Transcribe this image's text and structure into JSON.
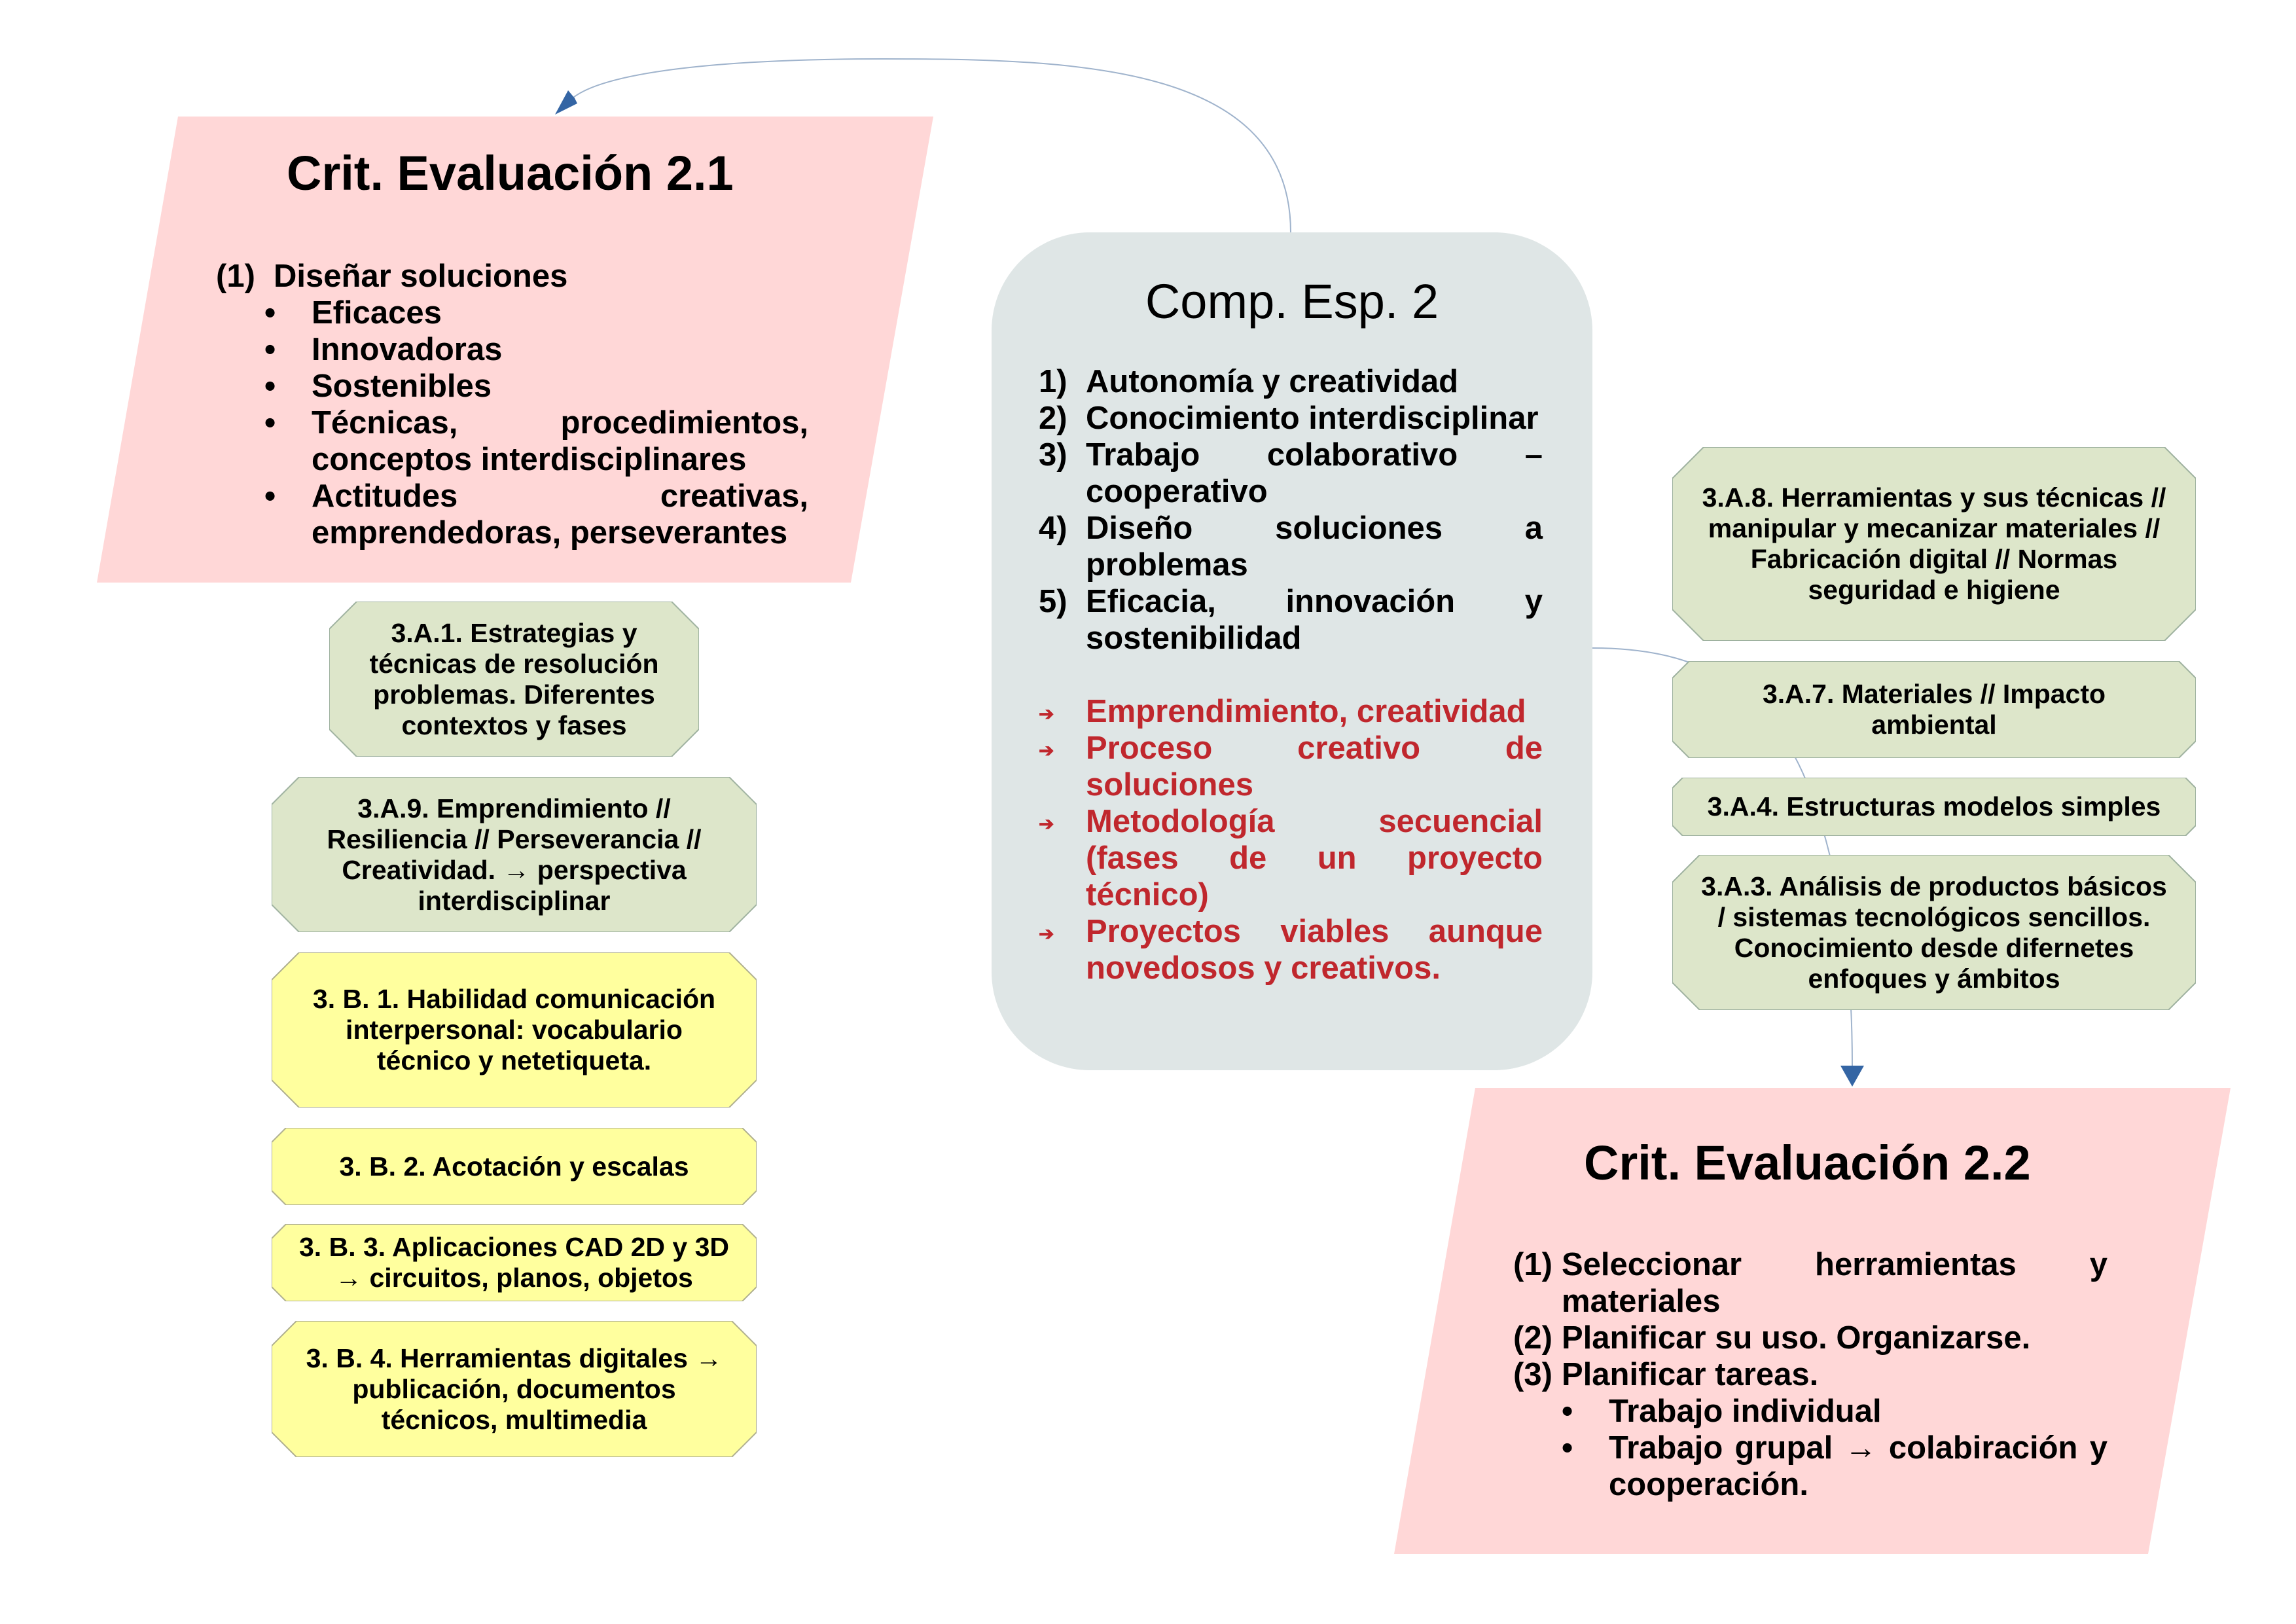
{
  "colors": {
    "criterion_fill": "#ffd7d7",
    "competence_fill": "#dfe6e6",
    "saber_green_fill": "#dde6ca",
    "saber_yellow_fill": "#ffff9e",
    "highlight_text": "#c0272d",
    "connector": "#3465a4"
  },
  "crit21": {
    "title": "Crit. Evaluación 2.1",
    "item_num": "(1)",
    "item_text": "Diseñar soluciones",
    "bullets": [
      "Eficaces",
      "Innovadoras",
      "Sostenibles",
      "Técnicas, procedimientos, conceptos interdisciplinares",
      "Actitudes creativas, emprendedoras, perseverantes"
    ]
  },
  "comp": {
    "title": "Comp. Esp. 2",
    "items": [
      {
        "num": "1)",
        "text": "Autonomía y creatividad"
      },
      {
        "num": "2)",
        "text": "Conocimiento interdisciplinar"
      },
      {
        "num": "3)",
        "text": "Trabajo colaborativo – cooperativo"
      },
      {
        "num": "4)",
        "text": "Diseño soluciones a problemas"
      },
      {
        "num": "5)",
        "text": "Eficacia, innovación y sostenibilidad"
      }
    ],
    "highlights": [
      "Emprendimiento, creatividad",
      "Proceso creativo de soluciones",
      "Metodología secuencial (fases de un proyecto técnico)",
      "Proyectos viables aunque novedosos y creativos."
    ]
  },
  "crit22": {
    "title": "Crit. Evaluación 2.2",
    "items": [
      {
        "num": "(1)",
        "text": "Seleccionar herramientas y materiales"
      },
      {
        "num": "(2)",
        "text": "Planificar su uso. Organizarse."
      },
      {
        "num": "(3)",
        "text": "Planificar tareas."
      }
    ],
    "bullets": [
      "Trabajo individual",
      "Trabajo grupal → colabiración y cooperación."
    ]
  },
  "saberes_left": [
    "3.A.1. Estrategias y técnicas de resolución problemas. Diferentes contextos y fases",
    "3.A.9. Emprendimiento // Resiliencia // Perseverancia // Creatividad. → perspectiva interdisciplinar",
    "3. B. 1. Habilidad comunicación interpersonal: vocabulario técnico y netetiqueta.",
    "3. B. 2. Acotación y escalas",
    "3. B. 3. Aplicaciones CAD 2D y 3D → circuitos, planos, objetos",
    "3. B. 4. Herramientas digitales → publicación, documentos técnicos, multimedia"
  ],
  "saberes_right": [
    "3.A.8. Herramientas y sus técnicas // manipular y mecanizar materiales // Fabricación digital // Normas seguridad e higiene",
    "3.A.7. Materiales // Impacto ambiental",
    "3.A.4. Estructuras modelos simples",
    "3.A.3. Análisis de productos básicos / sistemas tecnológicos sencillos. Conocimiento desde difernetes enfoques y ámbitos"
  ]
}
